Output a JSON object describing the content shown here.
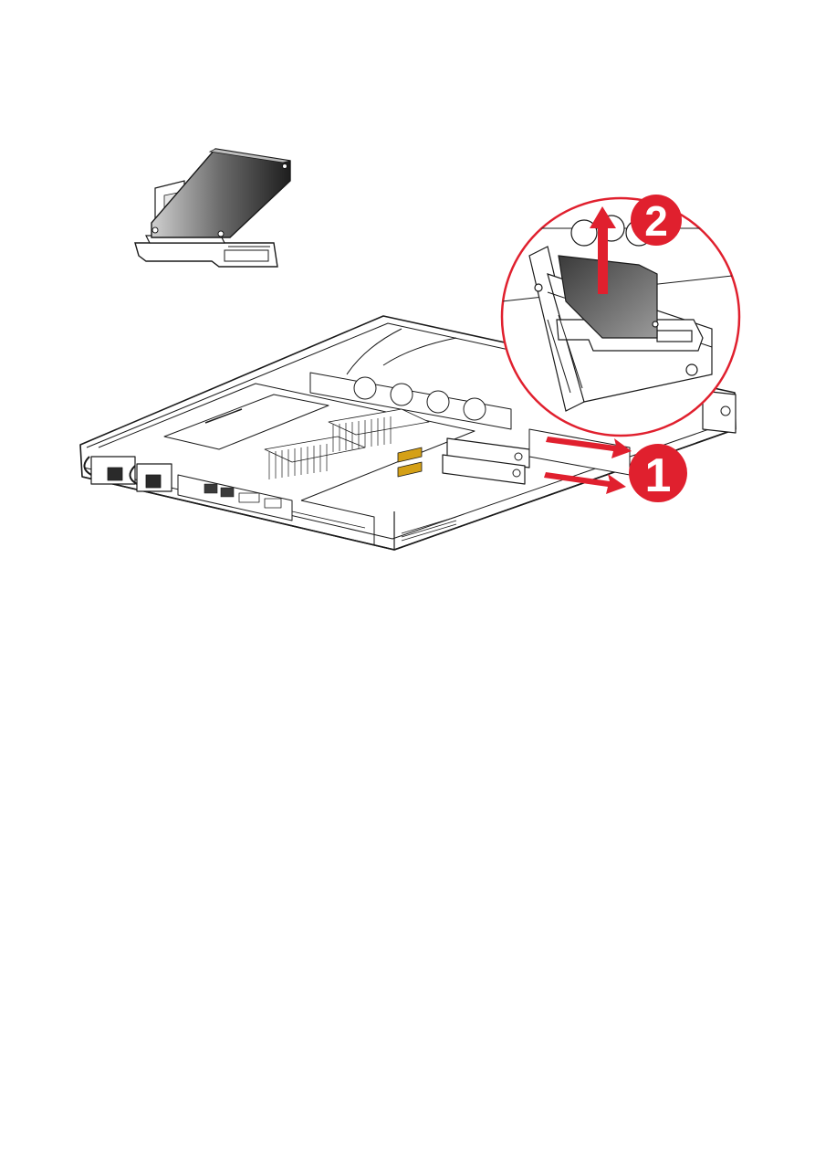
{
  "figure": {
    "steps": [
      {
        "number": "1",
        "action": "slide-out"
      },
      {
        "number": "2",
        "action": "lift-up"
      }
    ],
    "colors": {
      "callout": "#e0202e",
      "arrow": "#e0202e",
      "line": "#1a1a1a",
      "card_dark": "#2a2a2a",
      "card_light": "#c8c8c8",
      "riser_gold": "#d4a017"
    },
    "components": [
      "server-chassis",
      "pcie-riser-card",
      "magnified-view"
    ]
  }
}
